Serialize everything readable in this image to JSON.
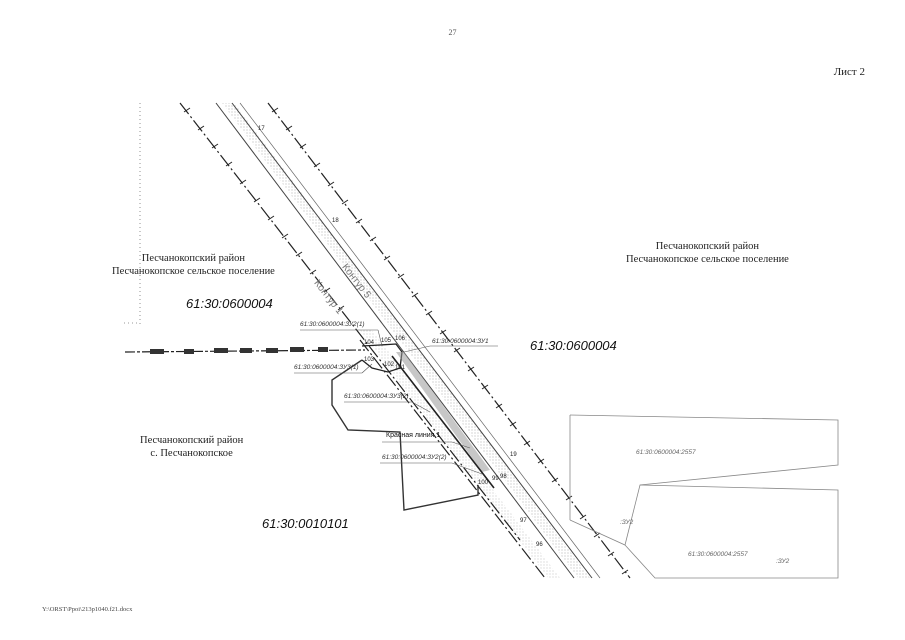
{
  "page_number": "27",
  "sheet_label": "Лист 2",
  "file_path": "Y:\\ORST\\Ppoi\\213p1040.f21.docx",
  "districts": {
    "left_top": {
      "line1": "Песчанокопский район",
      "line2": "Песчанокопское сельское поселение"
    },
    "right_top": {
      "line1": "Песчанокопский район",
      "line2": "Песчанокопское сельское поселение"
    },
    "left_bottom": {
      "line1": "Песчанокопский район",
      "line2": "с. Песчанокопское"
    }
  },
  "cadastral_blocks": {
    "left_top": "61:30:0600004",
    "right_mid": "61:30:0600004",
    "bottom": "61:30:0010101"
  },
  "contours": {
    "contour_5": "Контур 5",
    "contour_1": "Контур 1"
  },
  "callouts": {
    "zu2_1": "61:30:0600004:ЗУ2(1)",
    "zu1": "61:30:0600004:ЗУ1",
    "zu3_1": "61:30:0600004:ЗУ3(1)",
    "zu3_2": "61:30:0600004:ЗУ3(2)",
    "red_line": "Красная линия 1",
    "zu2_2": "61:30:0600004:ЗУ2(2)"
  },
  "parcels": {
    "p2557_top": "61:30:0600004:2557",
    "p2557_bottom": "61:30:0600004:2557",
    "zu2_a": ":ЗУ2",
    "zu2_b": ":ЗУ2"
  },
  "points": {
    "p17": "17",
    "p18": "18",
    "p19": "19",
    "p104": "104",
    "p105": "105",
    "p106": "106",
    "p103": "103",
    "p102": "102",
    "p101": "101",
    "p100": "100",
    "p99": "99",
    "p98": "98",
    "p97": "97",
    "p96": "96"
  },
  "colors": {
    "line": "#333333",
    "dots": "#777777",
    "faint": "#999999"
  }
}
